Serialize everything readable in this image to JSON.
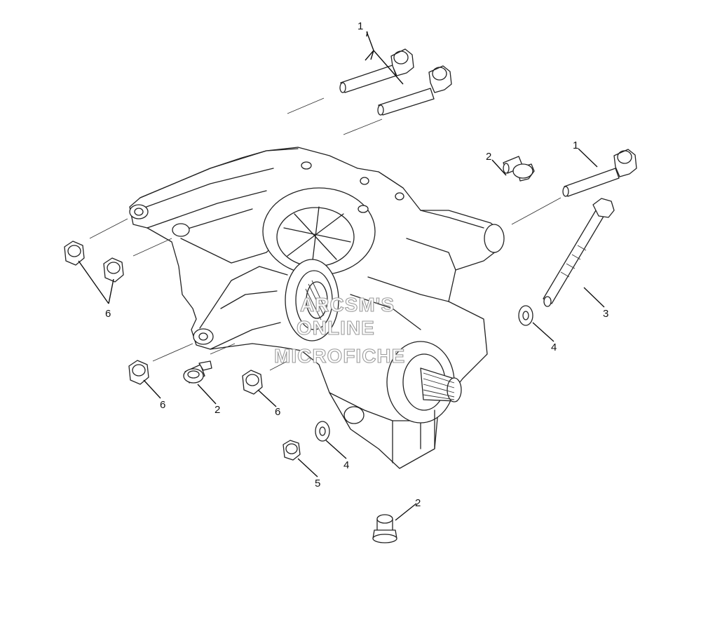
{
  "diagram": {
    "callouts": [
      {
        "id": "c1a",
        "label": "1"
      },
      {
        "id": "c1b",
        "label": "1"
      },
      {
        "id": "c2a",
        "label": "2"
      },
      {
        "id": "c2b",
        "label": "2"
      },
      {
        "id": "c2c",
        "label": "2"
      },
      {
        "id": "c3",
        "label": "3"
      },
      {
        "id": "c4a",
        "label": "4"
      },
      {
        "id": "c4b",
        "label": "4"
      },
      {
        "id": "c5",
        "label": "5"
      },
      {
        "id": "c6a",
        "label": "6"
      },
      {
        "id": "c6b",
        "label": "6"
      },
      {
        "id": "c6c",
        "label": "6"
      }
    ]
  },
  "watermark": {
    "line1": "ARCSM'S",
    "line2": "ONLINE",
    "line3": "MICROFICHE"
  }
}
